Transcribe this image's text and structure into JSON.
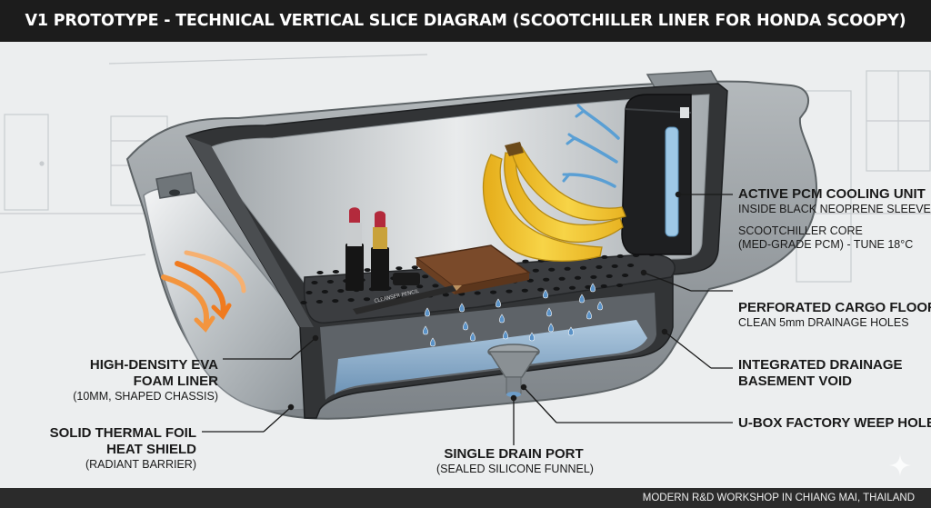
{
  "title": "V1 PROTOTYPE - TECHNICAL VERTICAL SLICE DIAGRAM (SCOOTCHILLER LINER FOR HONDA SCOOPY)",
  "footer": "MODERN R&D WORKSHOP IN CHIANG MAI, THAILAND",
  "pencil_text": "CLEANSER PENCIL",
  "callouts": {
    "pcm": {
      "title": "ACTIVE PCM COOLING UNIT",
      "line1": "INSIDE BLACK NEOPRENE SLEEVE",
      "line2": "SCOOTCHILLER CORE",
      "line3": "(MED-GRADE PCM) - TUNE 18°C"
    },
    "floor": {
      "title": "PERFORATED CARGO FLOOR",
      "sub": "CLEAN 5mm DRAINAGE HOLES"
    },
    "basement": {
      "title1": "INTEGRATED DRAINAGE",
      "title2": "BASEMENT VOID"
    },
    "weep": {
      "title": "U-BOX FACTORY WEEP HOLE"
    },
    "drain": {
      "title": "SINGLE DRAIN PORT",
      "sub": "(SEALED SILICONE FUNNEL)"
    },
    "eva": {
      "title1": "HIGH-DENSITY EVA",
      "title2": "FOAM LINER",
      "sub": "(10mm, SHAPED CHASSIS)"
    },
    "foil": {
      "title1": "SOLID THERMAL FOIL",
      "title2": "HEAT SHIELD",
      "sub": "(RADIANT BARRIER)"
    }
  },
  "colors": {
    "title_bar": "#1c1c1c",
    "foam": "#353535",
    "shell": "#9aa0a4",
    "foil": "#c9cdd0",
    "water": "#8fb6d6",
    "banana": "#f2c531",
    "heat_arrows": "#f07a1e",
    "cool_arrows": "#5a9fd4"
  },
  "icons": [
    "heat-arrow-icon",
    "cool-air-arrow-icon",
    "water-drop-icon",
    "sparkle-icon"
  ]
}
